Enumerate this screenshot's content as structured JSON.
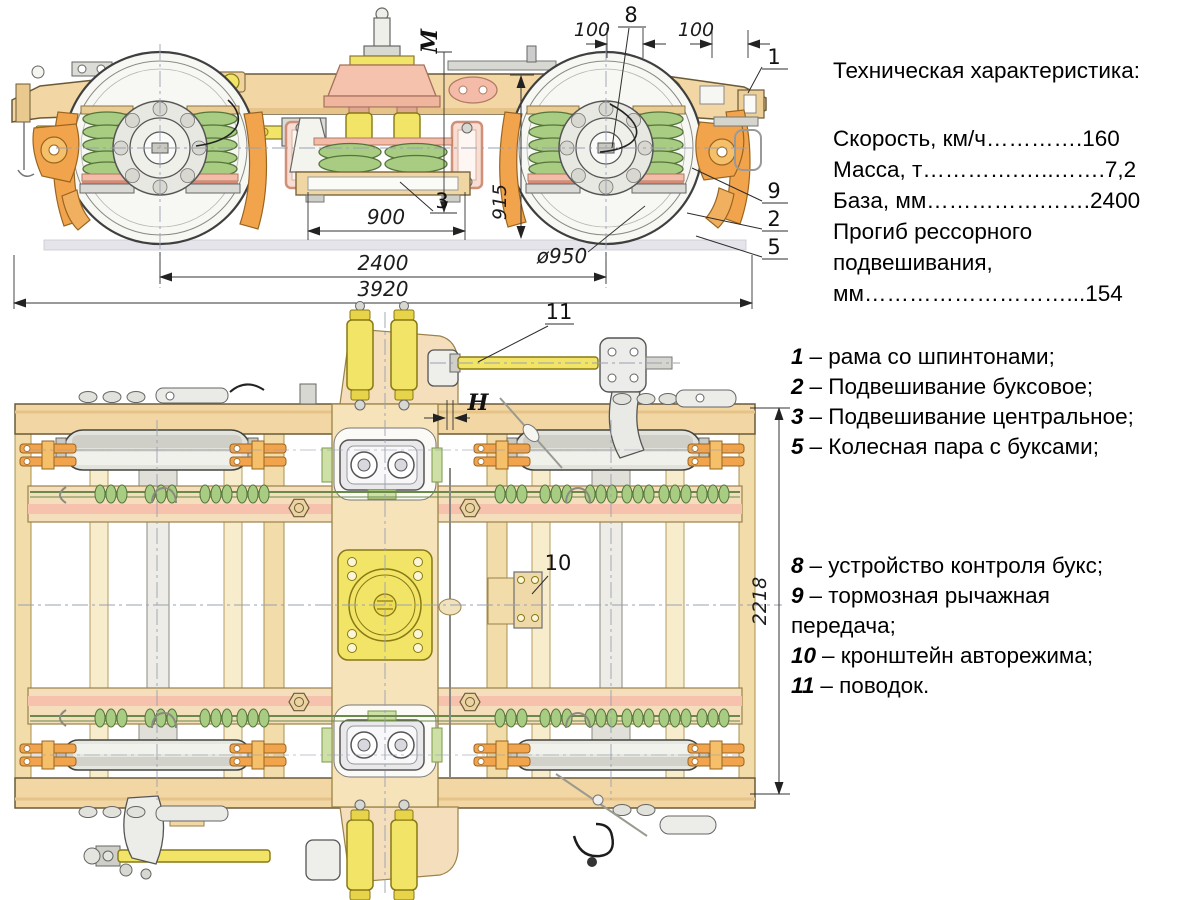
{
  "tech_specs": {
    "title": "Техническая характеристика:",
    "lines": [
      "Скорость, км/ч………….160",
      "Масса, т………….…..…….7,2",
      "База, мм………………….2400",
      "Прогиб рессорного",
      "подвешивания,",
      "мм………………………...154"
    ]
  },
  "legend_upper": [
    {
      "num": "1",
      "text": "– рама со шпинтонами;"
    },
    {
      "num": "2",
      "text": "– Подвешивание буксовое;"
    },
    {
      "num": "3",
      "text": "– Подвешивание центральное;"
    },
    {
      "num": "5",
      "text": "– Колесная пара с буксами;"
    }
  ],
  "legend_lower": [
    {
      "num": "8",
      "text": "– устройство контроля букс;"
    },
    {
      "num": "9",
      "text": "– тормозная рычажная передача;"
    },
    {
      "num": "10",
      "text": "– кронштейн авторежима;"
    },
    {
      "num": "11",
      "text": "– поводок."
    }
  ],
  "side_view": {
    "dims": {
      "m": "M",
      "d100a": "100",
      "d100b": "100",
      "d900": "900",
      "d915": "915",
      "d2400": "2400",
      "d3920": "3920",
      "dia950": "ø950"
    },
    "callouts": {
      "c1": "1",
      "c2": "2",
      "c3": "3",
      "c5": "5",
      "c8": "8",
      "c9": "9"
    }
  },
  "plan_view": {
    "dims": {
      "h": "H",
      "d2218": "2218"
    },
    "callouts": {
      "c10": "10",
      "c11": "11"
    }
  },
  "colors": {
    "frame_tan": "#f2d7a4",
    "frame_tan_light": "#f7ead0",
    "orange": "#f2a44c",
    "spring_green": "#a8cc82",
    "yellow": "#f2e466",
    "salmon": "#f4bca8",
    "steel_gray": "#e4e4e0",
    "rail_gray": "#e4e4ea",
    "outline": "#4a443a"
  }
}
